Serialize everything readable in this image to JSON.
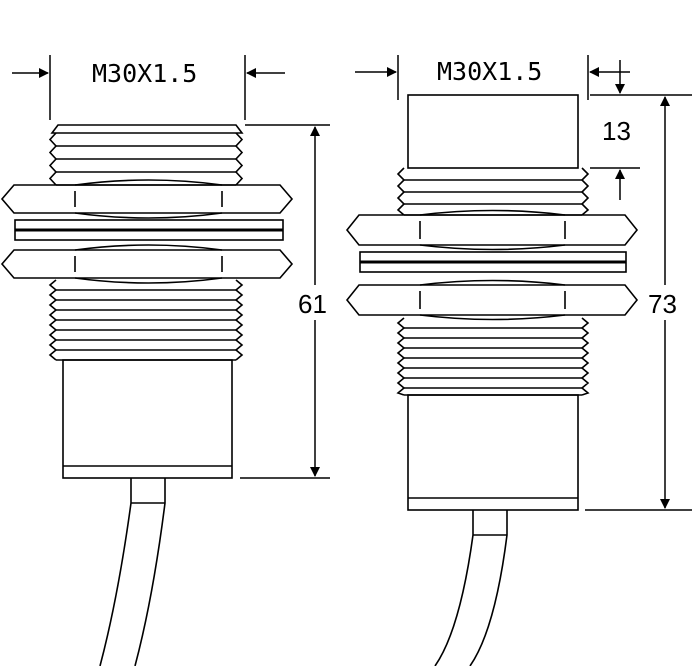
{
  "left_sensor": {
    "thread_label": "M30X1.5",
    "length_label": "61"
  },
  "right_sensor": {
    "thread_label": "M30X1.5",
    "length_label": "73",
    "cap_label": "13"
  },
  "colors": {
    "line": "#000000",
    "background": "#ffffff"
  }
}
